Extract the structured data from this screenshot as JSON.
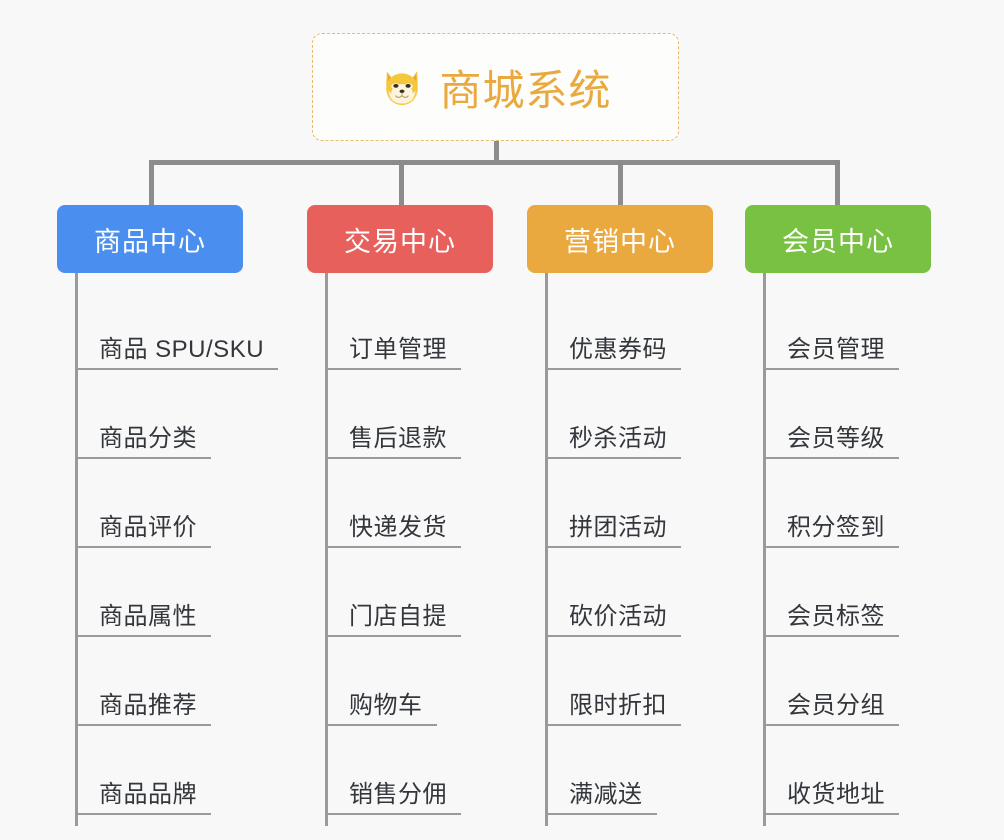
{
  "page": {
    "background": "#f8f8f8",
    "type": "org-chart"
  },
  "root": {
    "icon": "shiba-dog-icon",
    "title": "商城系统",
    "title_color": "#e9a93e",
    "border_color": "#e9b96b"
  },
  "columns": [
    {
      "id": "product-center",
      "label": "商品中心",
      "color": "#4a8ff0",
      "items": [
        "商品 SPU/SKU",
        "商品分类",
        "商品评价",
        "商品属性",
        "商品推荐",
        "商品品牌"
      ]
    },
    {
      "id": "trade-center",
      "label": "交易中心",
      "color": "#e8605c",
      "items": [
        "订单管理",
        "售后退款",
        "快递发货",
        "门店自提",
        "购物车",
        "销售分佣"
      ]
    },
    {
      "id": "marketing-center",
      "label": "营销中心",
      "color": "#eaa93f",
      "items": [
        "优惠券码",
        "秒杀活动",
        "拼团活动",
        "砍价活动",
        "限时折扣",
        "满减送"
      ]
    },
    {
      "id": "member-center",
      "label": "会员中心",
      "color": "#79c143",
      "items": [
        "会员管理",
        "会员等级",
        "积分签到",
        "会员标签",
        "会员分组",
        "收货地址"
      ]
    }
  ]
}
